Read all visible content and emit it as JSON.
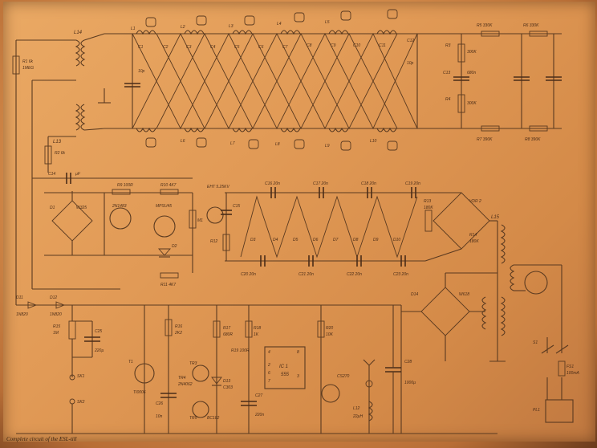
{
  "caption": "Complete circuit of the ESL-till",
  "labels": {
    "l14": "L14",
    "r1": "R1 6k",
    "r1b": "1MEG",
    "l13": "L13",
    "r2": "R2 6k",
    "c14": "C14",
    "c14v": "µF",
    "d1": "D1",
    "d1b": "W325",
    "l1": "L1",
    "l2": "L2",
    "l3": "L3",
    "l4": "L4",
    "l5": "L5",
    "c1": "C1",
    "c2": "C2",
    "c3": "C3",
    "c4": "C4",
    "c5": "C5",
    "c6": "C6",
    "c7": "C7",
    "c8": "C8",
    "c9": "C9",
    "c10": "C10",
    "c11": "C11",
    "c12": "C12",
    "c1v": "10p",
    "c12v": "10p",
    "r3": "R3",
    "r3v": "300K",
    "r4": "R4",
    "r4v": "300K",
    "c13": "C13",
    "c13v": "680n",
    "r5": "R5 330K",
    "r6": "R6 330K",
    "r7": "R7 390K",
    "r8": "R8 390K",
    "l6": "L6",
    "l7": "L7",
    "l8": "L8",
    "l9": "L9",
    "l10": "L10",
    "r9": "R9 100R",
    "r10": "R10 4K7",
    "r11": "R11 4K7",
    "tr1": "2N1483",
    "tr2": "MPSU45",
    "d2": "D2",
    "m1": "M1",
    "eht": "EHT 5.25KV",
    "c15": "C15",
    "r12": "R12",
    "c16": "C16 20n",
    "c17": "C17 20n",
    "c18": "C18 20n",
    "c19": "C19 20n",
    "c20": "C20 20n",
    "c21": "C21 20n",
    "c22": "C22 20n",
    "c23": "C23 20n",
    "d3": "D3",
    "d4": "D4",
    "d5": "D5",
    "d6": "D6",
    "d7": "D7",
    "d8": "D8",
    "d9": "D9",
    "d10": "D10",
    "r13": "R13",
    "r13v": "180K",
    "r14": "R14",
    "r14v": "180K",
    "vdr": "VDR 2",
    "l15": "L15",
    "d11": "D11",
    "d11v": "1N820",
    "d12": "D12",
    "d12v": "1N820",
    "r15": "R15",
    "r15v": "1M",
    "c25": "C25",
    "c25v": "220µ",
    "sk1": "SK1",
    "sk2": "SK2",
    "r16": "R16",
    "r16v": "2K2",
    "r17": "R17",
    "r17v": "680R",
    "r18": "R18",
    "r18v": "1K",
    "r19": "R19 100R",
    "r20": "R20",
    "r20v": "10K",
    "ic1": "IC 1",
    "ic1v": "555",
    "t1": "T1",
    "t1v": "TI0006",
    "tr3": "TR3",
    "tr4": "TR4",
    "tr4v": "2N4062",
    "d13": "D13",
    "d13v": "C303",
    "c26": "C26",
    "c26v": "10n",
    "c27": "C27",
    "c27v": "220n",
    "tr5": "TR5",
    "tr5v": "BC182",
    "cs": "CS270",
    "l12": "L12",
    "l12v": "22µH",
    "c28": "C28",
    "c28v": "1000µ",
    "d14": "D14",
    "d14v": "W618",
    "s1": "S1",
    "fs1": "FS1",
    "fs1v": "100mA",
    "pl1": "PL1",
    "pin4": "4",
    "pin8": "8",
    "pin2": "2",
    "pin6": "6",
    "pin7": "7",
    "pin3": "3"
  }
}
